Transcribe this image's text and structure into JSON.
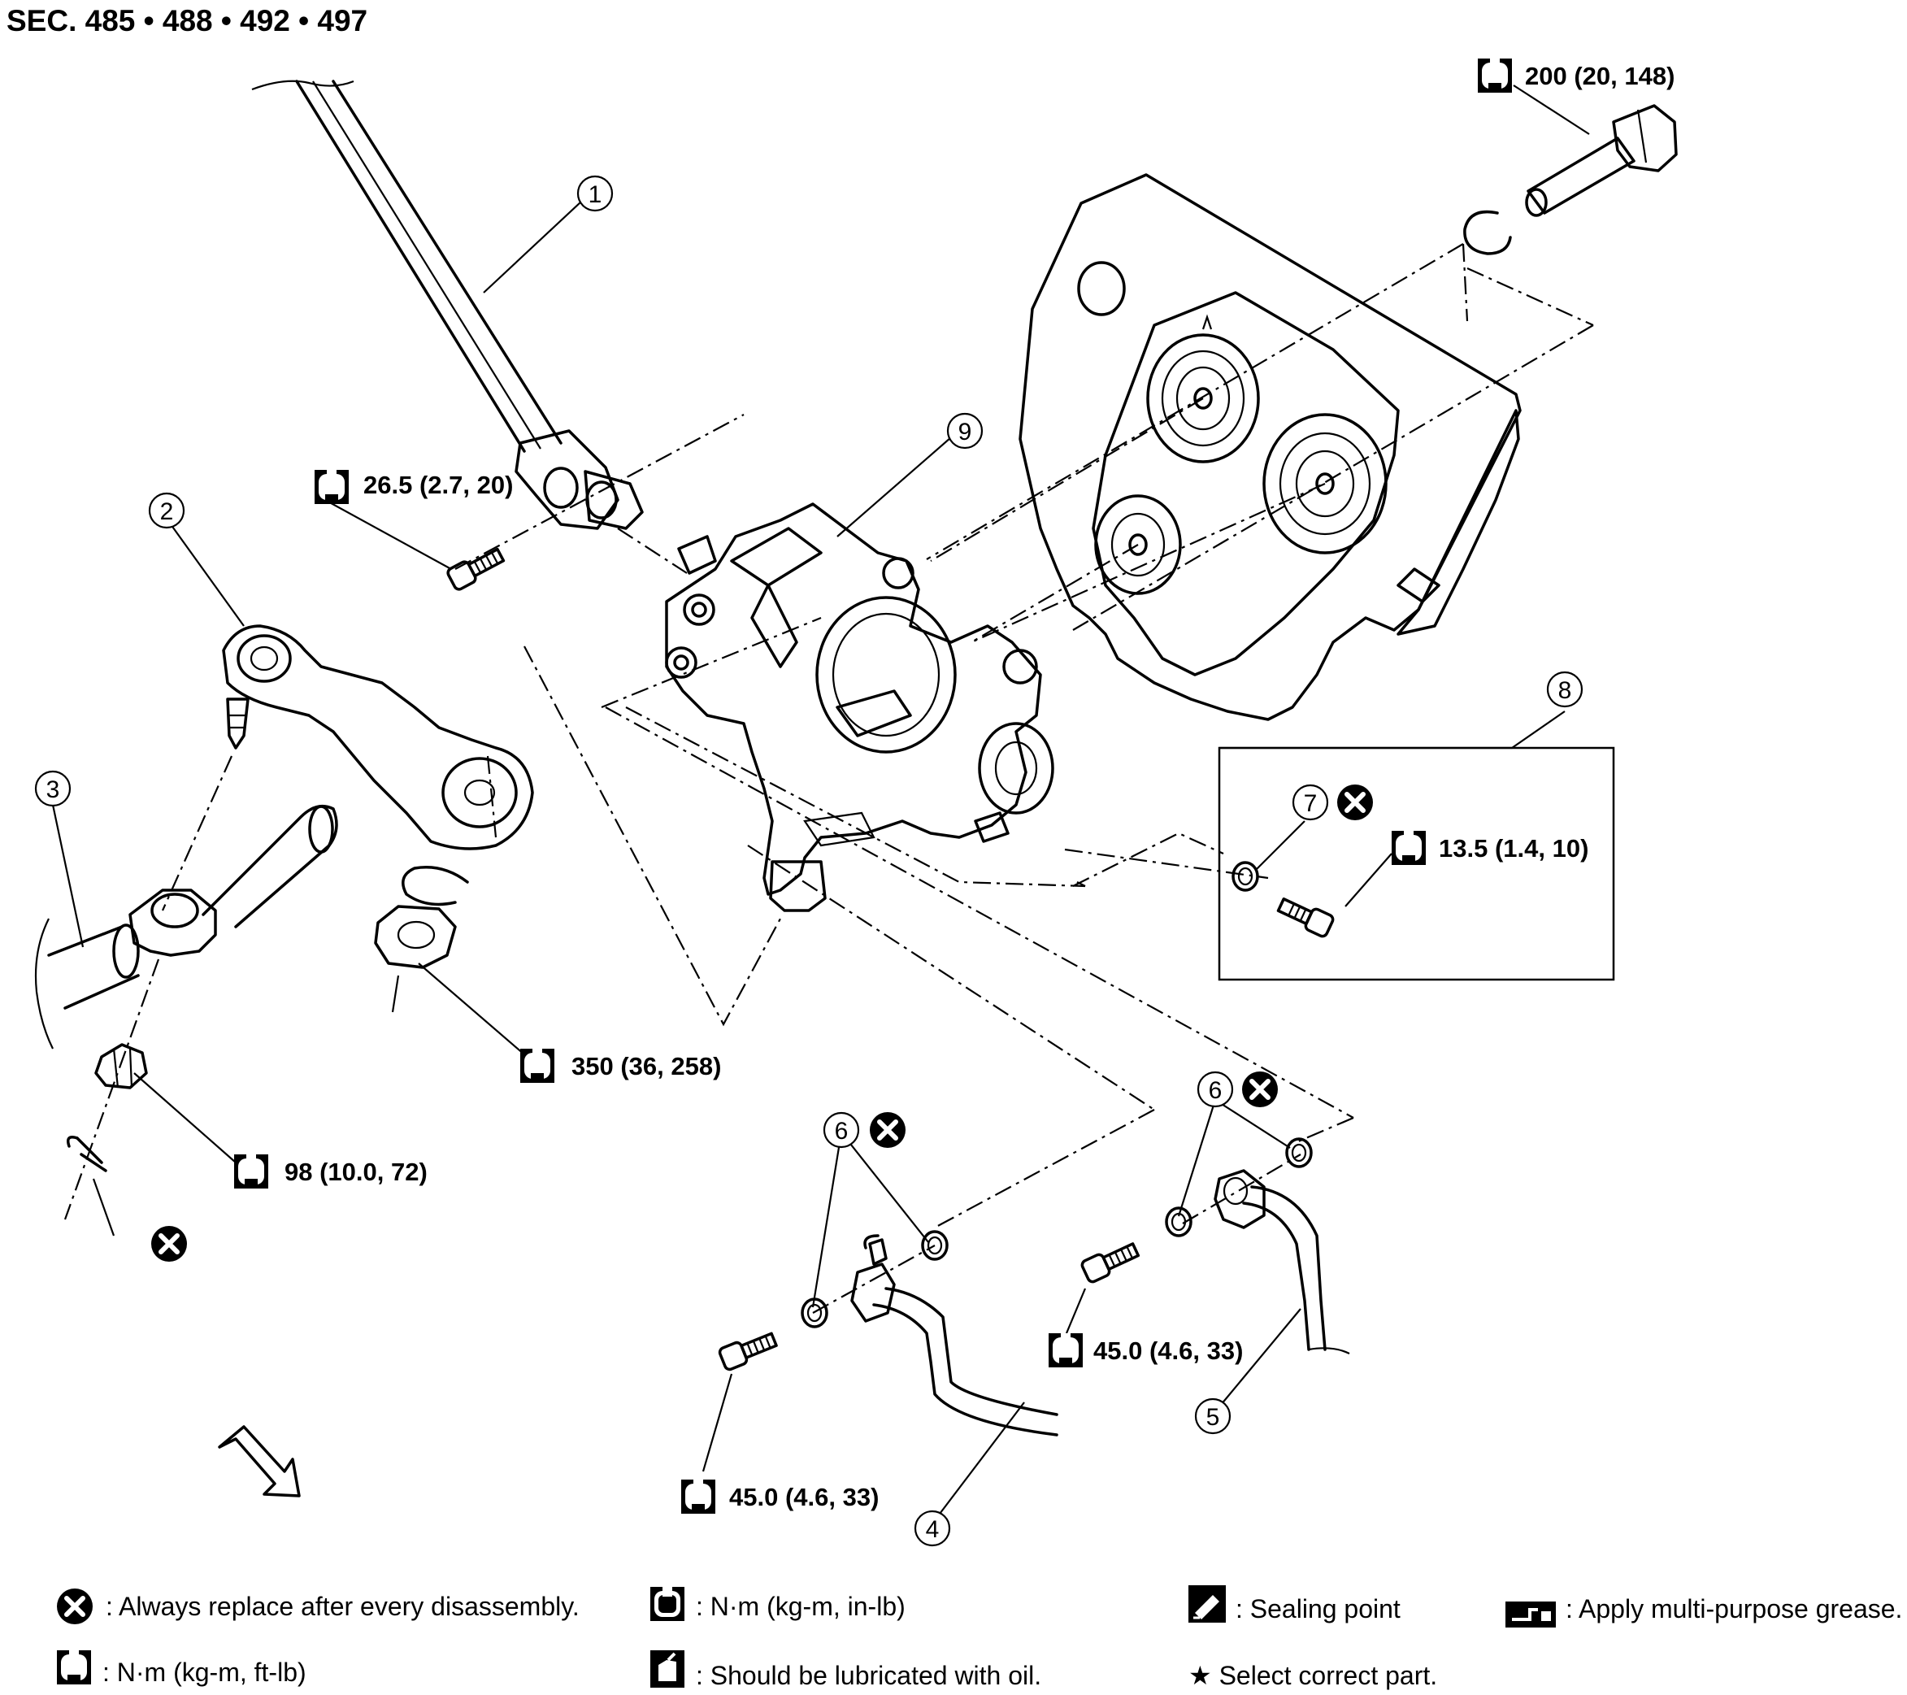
{
  "section_title": "SEC. 485 • 488 • 492 • 497",
  "callouts": {
    "c1": "1",
    "c2": "2",
    "c3": "3",
    "c4": "4",
    "c5": "5",
    "c6a": "6",
    "c6b": "6",
    "c7": "7",
    "c8": "8",
    "c9": "9"
  },
  "torques": {
    "t_200": "200 (20, 148)",
    "t_26_5": "26.5 (2.7, 20)",
    "t_13_5": "13.5 (1.4, 10)",
    "t_350": "350 (36, 258)",
    "t_98": "98 (10.0, 72)",
    "t_45_right": "45.0 (4.6, 33)",
    "t_45_left": "45.0 (4.6, 33)"
  },
  "legend": {
    "replace": ": Always replace after every disassembly.",
    "nm_in_lb": ": N·m (kg-m, in-lb)",
    "sealing": ": Sealing point",
    "grease": ": Apply multi-purpose grease.",
    "nm_ft_lb": ": N·m (kg-m, ft-lb)",
    "oil": ": Should be lubricated with oil.",
    "select": "★ Select correct part."
  },
  "icons": {
    "torque": "torque-wrench-icon",
    "replace": "replace-x-icon",
    "direction": "front-arrow-icon",
    "sealing": "sealing-point-icon",
    "grease": "grease-icon",
    "oil": "oil-can-icon"
  }
}
